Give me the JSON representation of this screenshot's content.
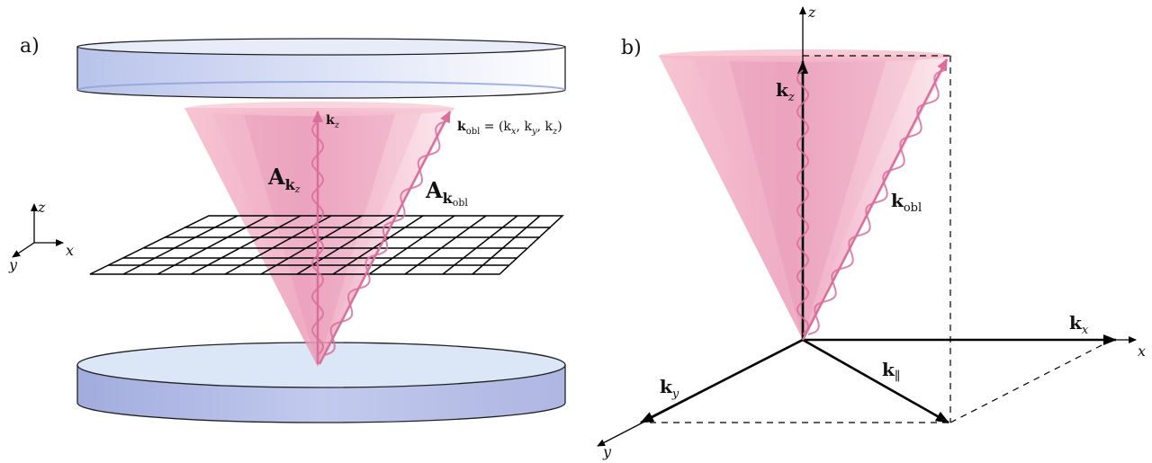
{
  "panel_a": {
    "label": "a)",
    "axes": {
      "z": "z",
      "x": "x",
      "y": "y"
    },
    "beam_kz": "k",
    "beam_kz_sub": "z",
    "beam_kobl_eq": "k",
    "beam_kobl_eq_sub": "obl",
    "beam_kobl_eq_rhs": " = (k",
    "beam_kobl_eq_x": "x",
    "beam_kobl_eq_c1": ", k",
    "beam_kobl_eq_y": "y",
    "beam_kobl_eq_c2": ", k",
    "beam_kobl_eq_z": "z",
    "beam_kobl_eq_end": ")",
    "amp_kz": "A",
    "amp_kz_k": "k",
    "amp_kz_sub": "z",
    "amp_kobl": "A",
    "amp_kobl_k": "k",
    "amp_kobl_sub": "obl"
  },
  "panel_b": {
    "label": "b)",
    "axes": {
      "z": "z",
      "x": "x",
      "y": "y"
    },
    "kz": "k",
    "kz_sub": "z",
    "kobl": "k",
    "kobl_sub": "obl",
    "kx": "k",
    "kx_sub": "x",
    "ky": "k",
    "ky_sub": "y",
    "kpar": "k",
    "kpar_sub": "∥"
  },
  "colors": {
    "mirror_top": "#c9d4ef",
    "mirror_bottom": "#a9b4e0",
    "cone": "#f0a7bd",
    "wave": "#d96f9a",
    "grid": "#000000"
  }
}
